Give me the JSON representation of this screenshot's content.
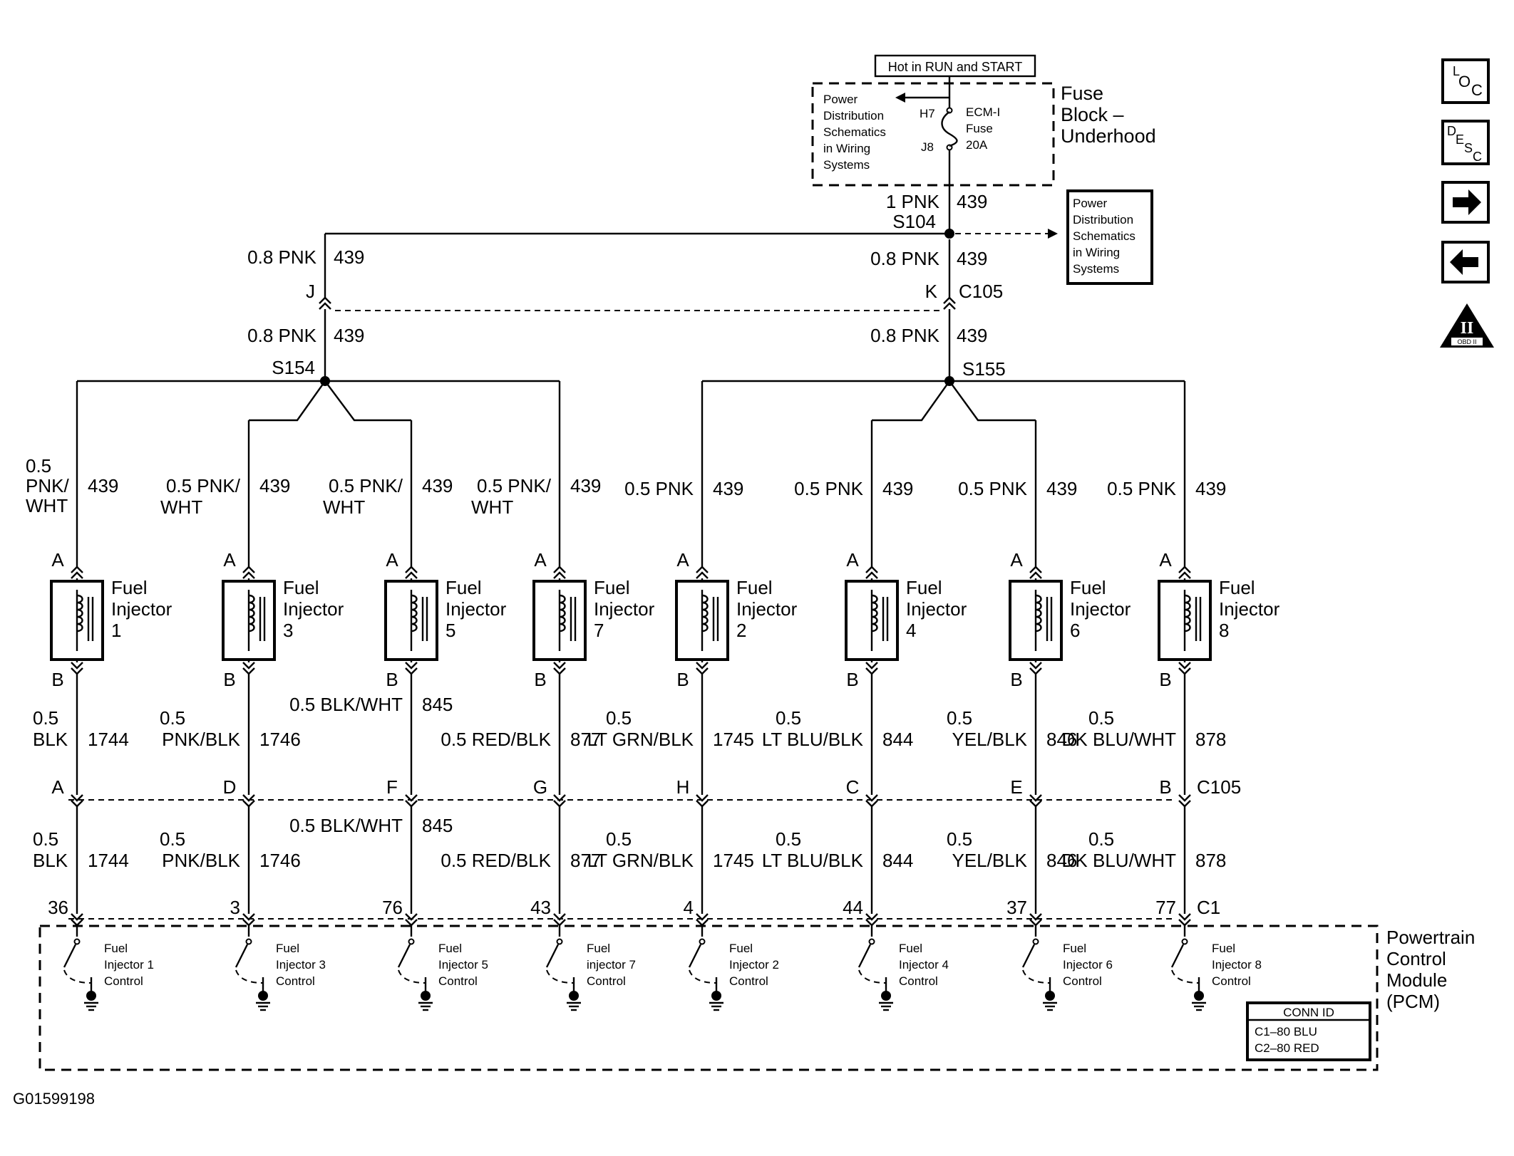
{
  "header": {
    "hot_in": "Hot in RUN and START",
    "fuse_block": [
      "Fuse",
      "Block –",
      "Underhood"
    ],
    "power_dist": [
      "Power",
      "Distribution",
      "Schematics",
      "in Wiring",
      "Systems"
    ],
    "fuse_pins": [
      "H7",
      "J8"
    ],
    "fuse_name": [
      "ECM-I",
      "Fuse",
      "20A"
    ]
  },
  "splices": {
    "s104": "S104",
    "s154": "S154",
    "s155": "S155"
  },
  "wires": {
    "main_size": "1 PNK",
    "circuit": "439",
    "feed_size": "0.8 PNK"
  },
  "connector_c105": {
    "name": "C105",
    "pin_j": "J",
    "pin_k": "K"
  },
  "nav": {
    "loc": [
      "L",
      "O",
      "C"
    ],
    "desc": [
      "D",
      "E",
      "S",
      "C"
    ],
    "obd": "II",
    "obd_sub": "OBD II"
  },
  "injectors": [
    {
      "num": "1",
      "feed_size": [
        "0.5",
        "PNK/",
        "WHT"
      ],
      "feed_circuit": "439",
      "ctrl_upper": [
        "0.5",
        "BLK"
      ],
      "ctrl_circuit": "1744",
      "c105_pin": "A",
      "pcm_pin": "36",
      "pcm_label": [
        "Fuel",
        "Injector 1",
        "Control"
      ]
    },
    {
      "num": "3",
      "feed_size": [
        "0.5 PNK/",
        "WHT"
      ],
      "feed_circuit": "439",
      "ctrl_upper": [
        "0.5",
        "PNK/BLK"
      ],
      "ctrl_circuit": "1746",
      "c105_pin": "D",
      "pcm_pin": "3",
      "pcm_label": [
        "Fuel",
        "Injector 3",
        "Control"
      ]
    },
    {
      "num": "5",
      "feed_size": [
        "0.5 PNK/",
        "WHT"
      ],
      "feed_circuit": "439",
      "ctrl_upper": [
        "0.5 BLK/WHT"
      ],
      "ctrl_circuit": "845",
      "c105_pin": "F",
      "pcm_pin": "76",
      "pcm_label": [
        "Fuel",
        "Injector 5",
        "Control"
      ]
    },
    {
      "num": "7",
      "feed_size": [
        "0.5 PNK/",
        "WHT"
      ],
      "feed_circuit": "439",
      "ctrl_upper": [
        "0.5 RED/BLK"
      ],
      "ctrl_circuit": "877",
      "c105_pin": "G",
      "pcm_pin": "43",
      "pcm_label": [
        "Fuel",
        "injector 7",
        "Control"
      ]
    },
    {
      "num": "2",
      "feed_size": [
        "0.5 PNK"
      ],
      "feed_circuit": "439",
      "ctrl_upper": [
        "0.5",
        "LT GRN/BLK"
      ],
      "ctrl_circuit": "1745",
      "c105_pin": "H",
      "pcm_pin": "4",
      "pcm_label": [
        "Fuel",
        "Injector 2",
        "Control"
      ]
    },
    {
      "num": "4",
      "feed_size": [
        "0.5 PNK"
      ],
      "feed_circuit": "439",
      "ctrl_upper": [
        "0.5",
        "LT BLU/BLK"
      ],
      "ctrl_circuit": "844",
      "c105_pin": "C",
      "pcm_pin": "44",
      "pcm_label": [
        "Fuel",
        "Injector 4",
        "Control"
      ]
    },
    {
      "num": "6",
      "feed_size": [
        "0.5 PNK"
      ],
      "feed_circuit": "439",
      "ctrl_upper": [
        "0.5",
        "YEL/BLK"
      ],
      "ctrl_circuit": "846",
      "c105_pin": "E",
      "pcm_pin": "37",
      "pcm_label": [
        "Fuel",
        "Injector 6",
        "Control"
      ]
    },
    {
      "num": "8",
      "feed_size": [
        "0.5 PNK"
      ],
      "feed_circuit": "439",
      "ctrl_upper": [
        "0.5",
        "DK BLU/WHT"
      ],
      "ctrl_circuit": "878",
      "c105_pin": "B",
      "pcm_pin": "77",
      "pcm_label": [
        "Fuel",
        "Injector 8",
        "Control"
      ]
    }
  ],
  "injector_label": [
    "Fuel",
    "Injector"
  ],
  "pin_a": "A",
  "pin_b": "B",
  "c1": "C1",
  "pcm": {
    "title": [
      "Powertrain",
      "Control",
      "Module",
      "(PCM)"
    ],
    "conn_id_header": "CONN ID",
    "conn_ids": [
      "C1–80 BLU",
      "C2–80 RED"
    ]
  },
  "figure_id": "G01599198"
}
